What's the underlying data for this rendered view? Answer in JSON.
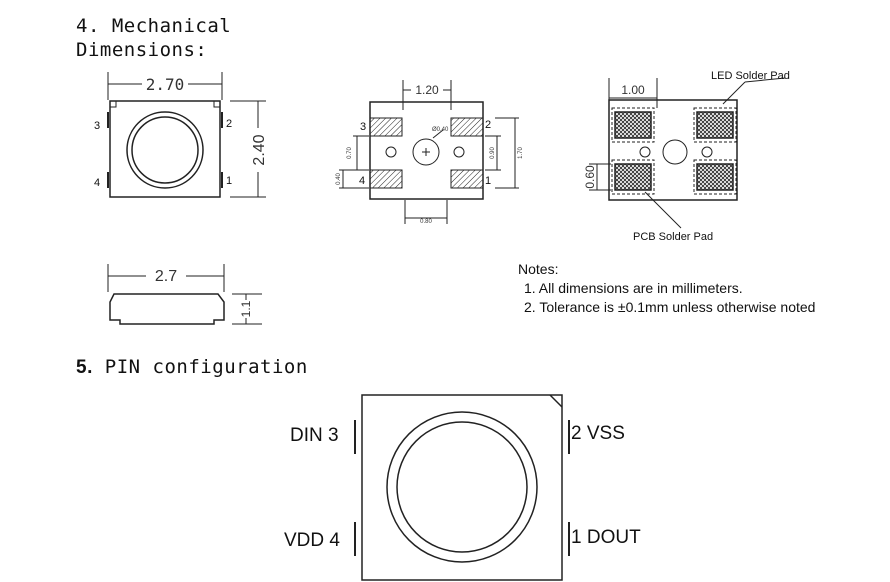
{
  "section4": {
    "title_line1": "4. Mechanical",
    "title_line2": "Dimensions:"
  },
  "top_view": {
    "width_dim": "2.70",
    "height_dim": "2.40",
    "pins": [
      "3",
      "2",
      "4",
      "1"
    ]
  },
  "side_view": {
    "width_dim": "2.7",
    "height_dim": "1.1"
  },
  "bottom_view": {
    "dims": {
      "pad_pitch": "1.20",
      "lens_dia": "Ø0.40",
      "pad_height": "0.70",
      "pad_gap": "0.90",
      "body_height": "1.70",
      "pad_small": "0.40",
      "pad_width": "0.80"
    },
    "pins": [
      "3",
      "2",
      "4",
      "1"
    ]
  },
  "solder_pad_view": {
    "dim_top": "1.00",
    "dim_side": "0.60",
    "label_led": "LED Solder Pad",
    "label_pcb": "PCB Solder Pad"
  },
  "notes": {
    "title": "Notes:",
    "items": [
      "1. All dimensions are in millimeters.",
      "2. Tolerance is ±0.1mm unless otherwise noted"
    ]
  },
  "section5": {
    "number": "5.",
    "title": " PIN configuration"
  },
  "pin_config": {
    "pin3": "DIN 3",
    "pin2": "2  VSS",
    "pin4": "VDD  4",
    "pin1": "1 DOUT"
  }
}
